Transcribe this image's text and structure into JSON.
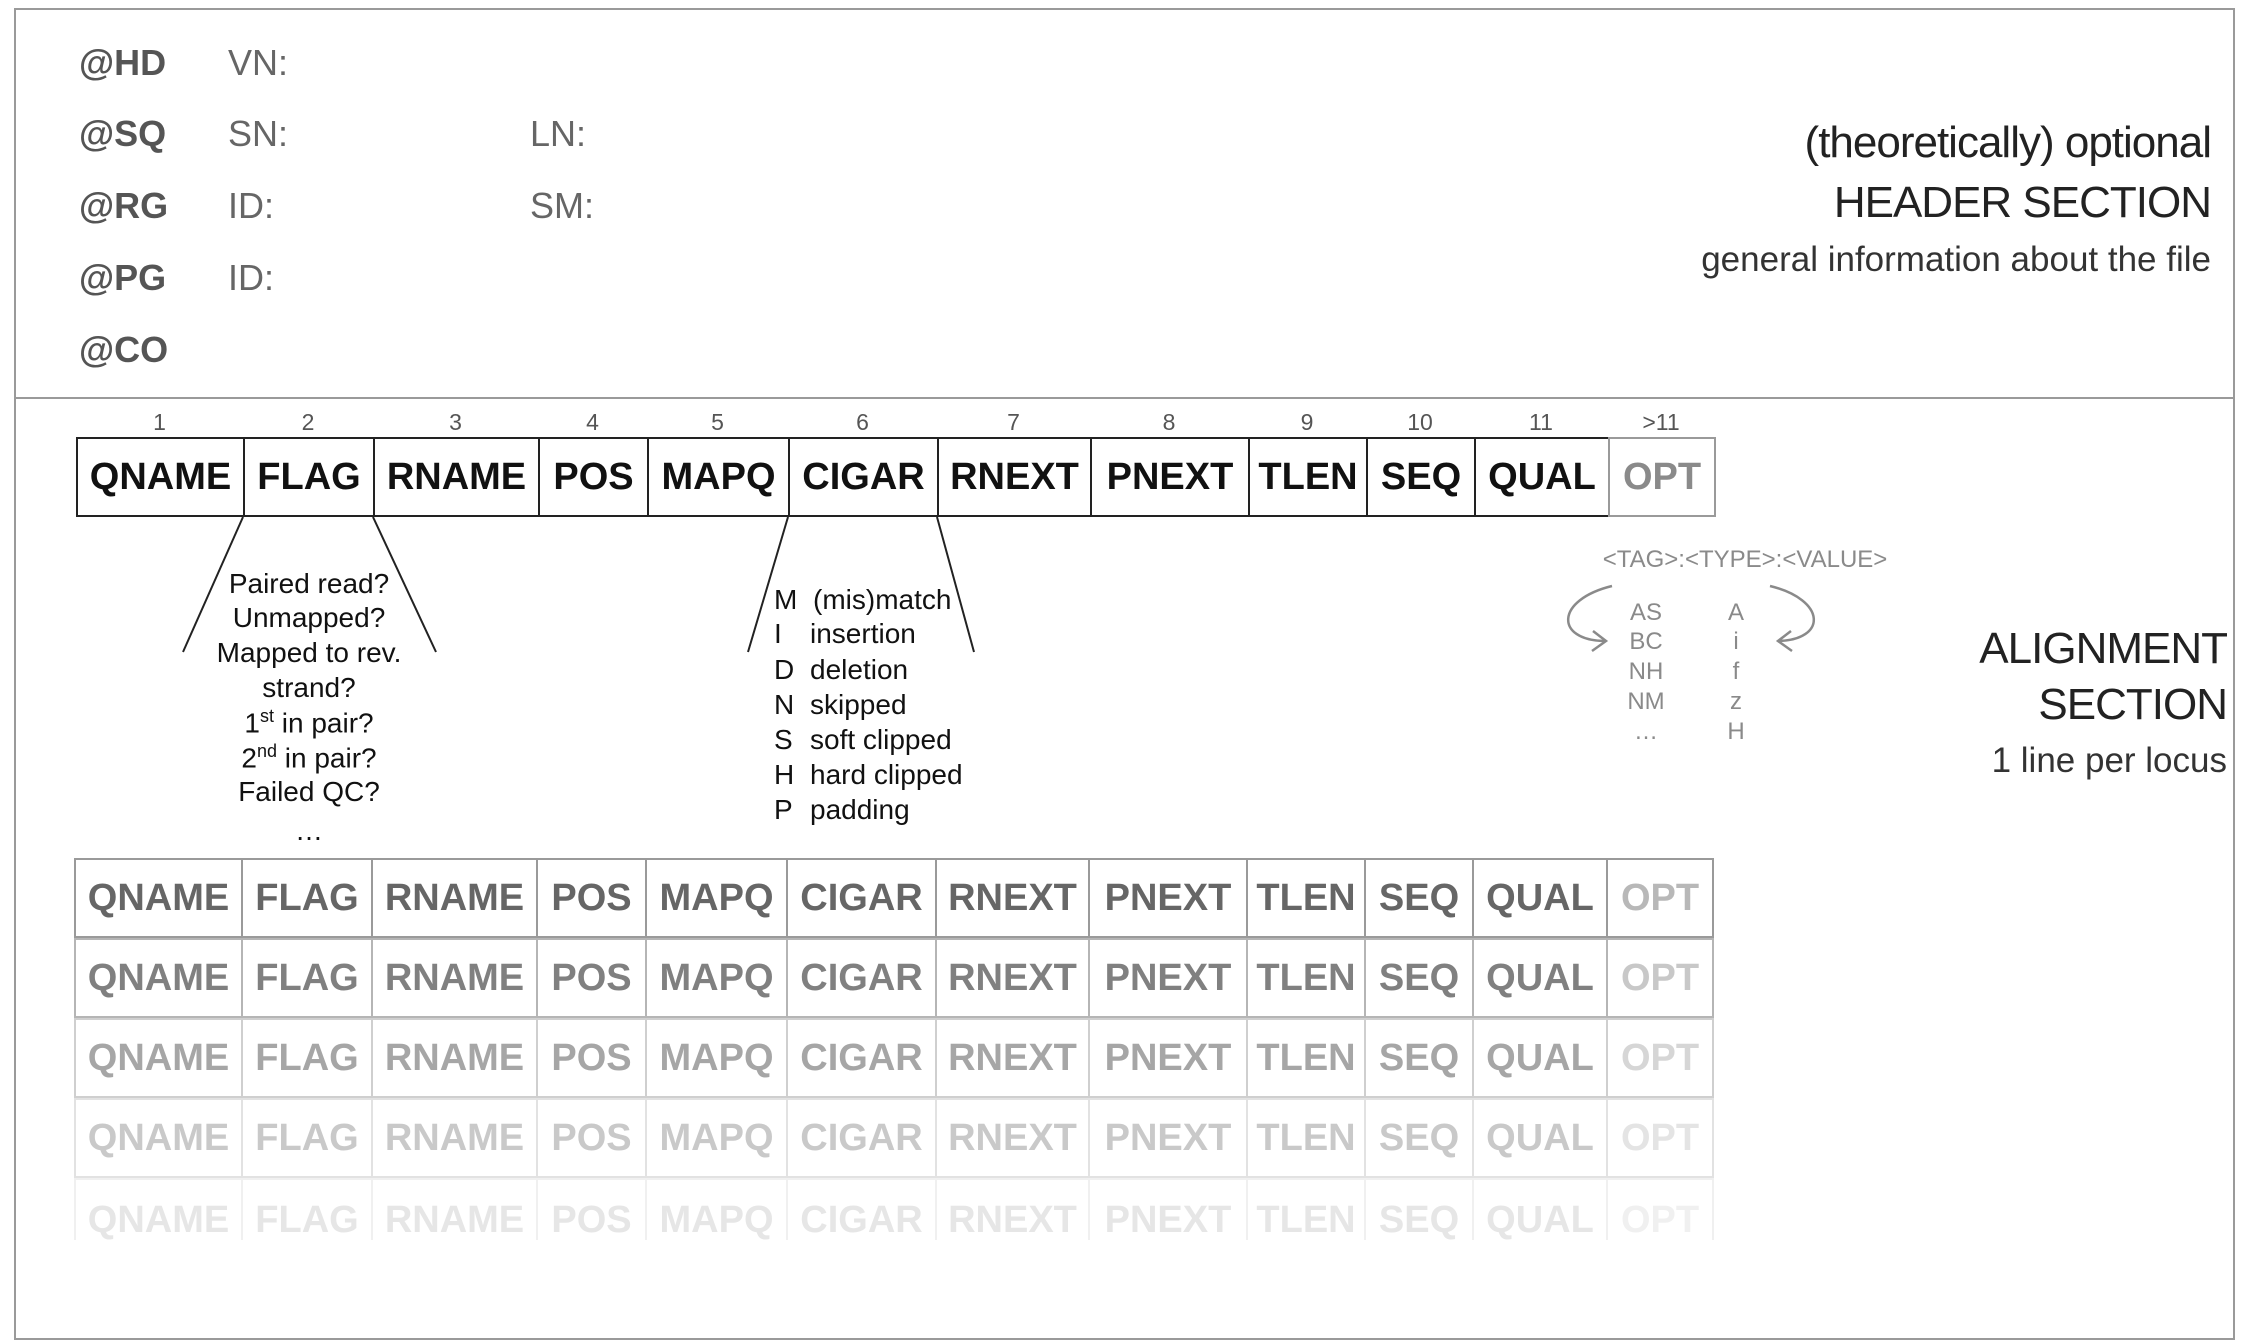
{
  "header_section": {
    "lines": [
      {
        "tag": "@HD",
        "fields": [
          "VN:"
        ]
      },
      {
        "tag": "@SQ",
        "fields": [
          "SN:",
          "LN:"
        ]
      },
      {
        "tag": "@RG",
        "fields": [
          "ID:",
          "SM:"
        ]
      },
      {
        "tag": "@PG",
        "fields": [
          "ID:"
        ]
      },
      {
        "tag": "@CO",
        "fields": []
      }
    ],
    "desc_line1": "(theoretically) optional",
    "desc_line2": "HEADER SECTION",
    "desc_line3": "general information about the file"
  },
  "alignment_section": {
    "column_numbers": [
      "1",
      "2",
      "3",
      "4",
      "5",
      "6",
      "7",
      "8",
      "9",
      "10",
      "11",
      ">11"
    ],
    "columns": [
      "QNAME",
      "FLAG",
      "RNAME",
      "POS",
      "MAPQ",
      "CIGAR",
      "RNEXT",
      "PNEXT",
      "TLEN",
      "SEQ",
      "QUAL",
      "OPT"
    ],
    "flag_info": [
      "Paired read?",
      "Unmapped?",
      "Mapped to rev.",
      "strand?",
      "1st in pair?",
      "2nd in pair?",
      "Failed QC?",
      "…"
    ],
    "cigar_ops": [
      {
        "code": "M",
        "meaning": "(mis)match"
      },
      {
        "code": "I",
        "meaning": "insertion"
      },
      {
        "code": "D",
        "meaning": "deletion"
      },
      {
        "code": "N",
        "meaning": "skipped"
      },
      {
        "code": "S",
        "meaning": "soft clipped"
      },
      {
        "code": "H",
        "meaning": "hard clipped"
      },
      {
        "code": "P",
        "meaning": "padding"
      }
    ],
    "opt_format": "<TAG>:<TYPE>:<VALUE>",
    "opt_tags": [
      "AS",
      "BC",
      "NH",
      "NM",
      "…"
    ],
    "opt_types": [
      "A",
      "i",
      "f",
      "z",
      "H"
    ],
    "desc_line1": "ALIGNMENT",
    "desc_line2": "SECTION",
    "desc_line3": "1 line per locus"
  },
  "colors": {
    "border": "#9a9a9a",
    "text_dark": "#111111",
    "text_muted": "#8a8a8a"
  }
}
